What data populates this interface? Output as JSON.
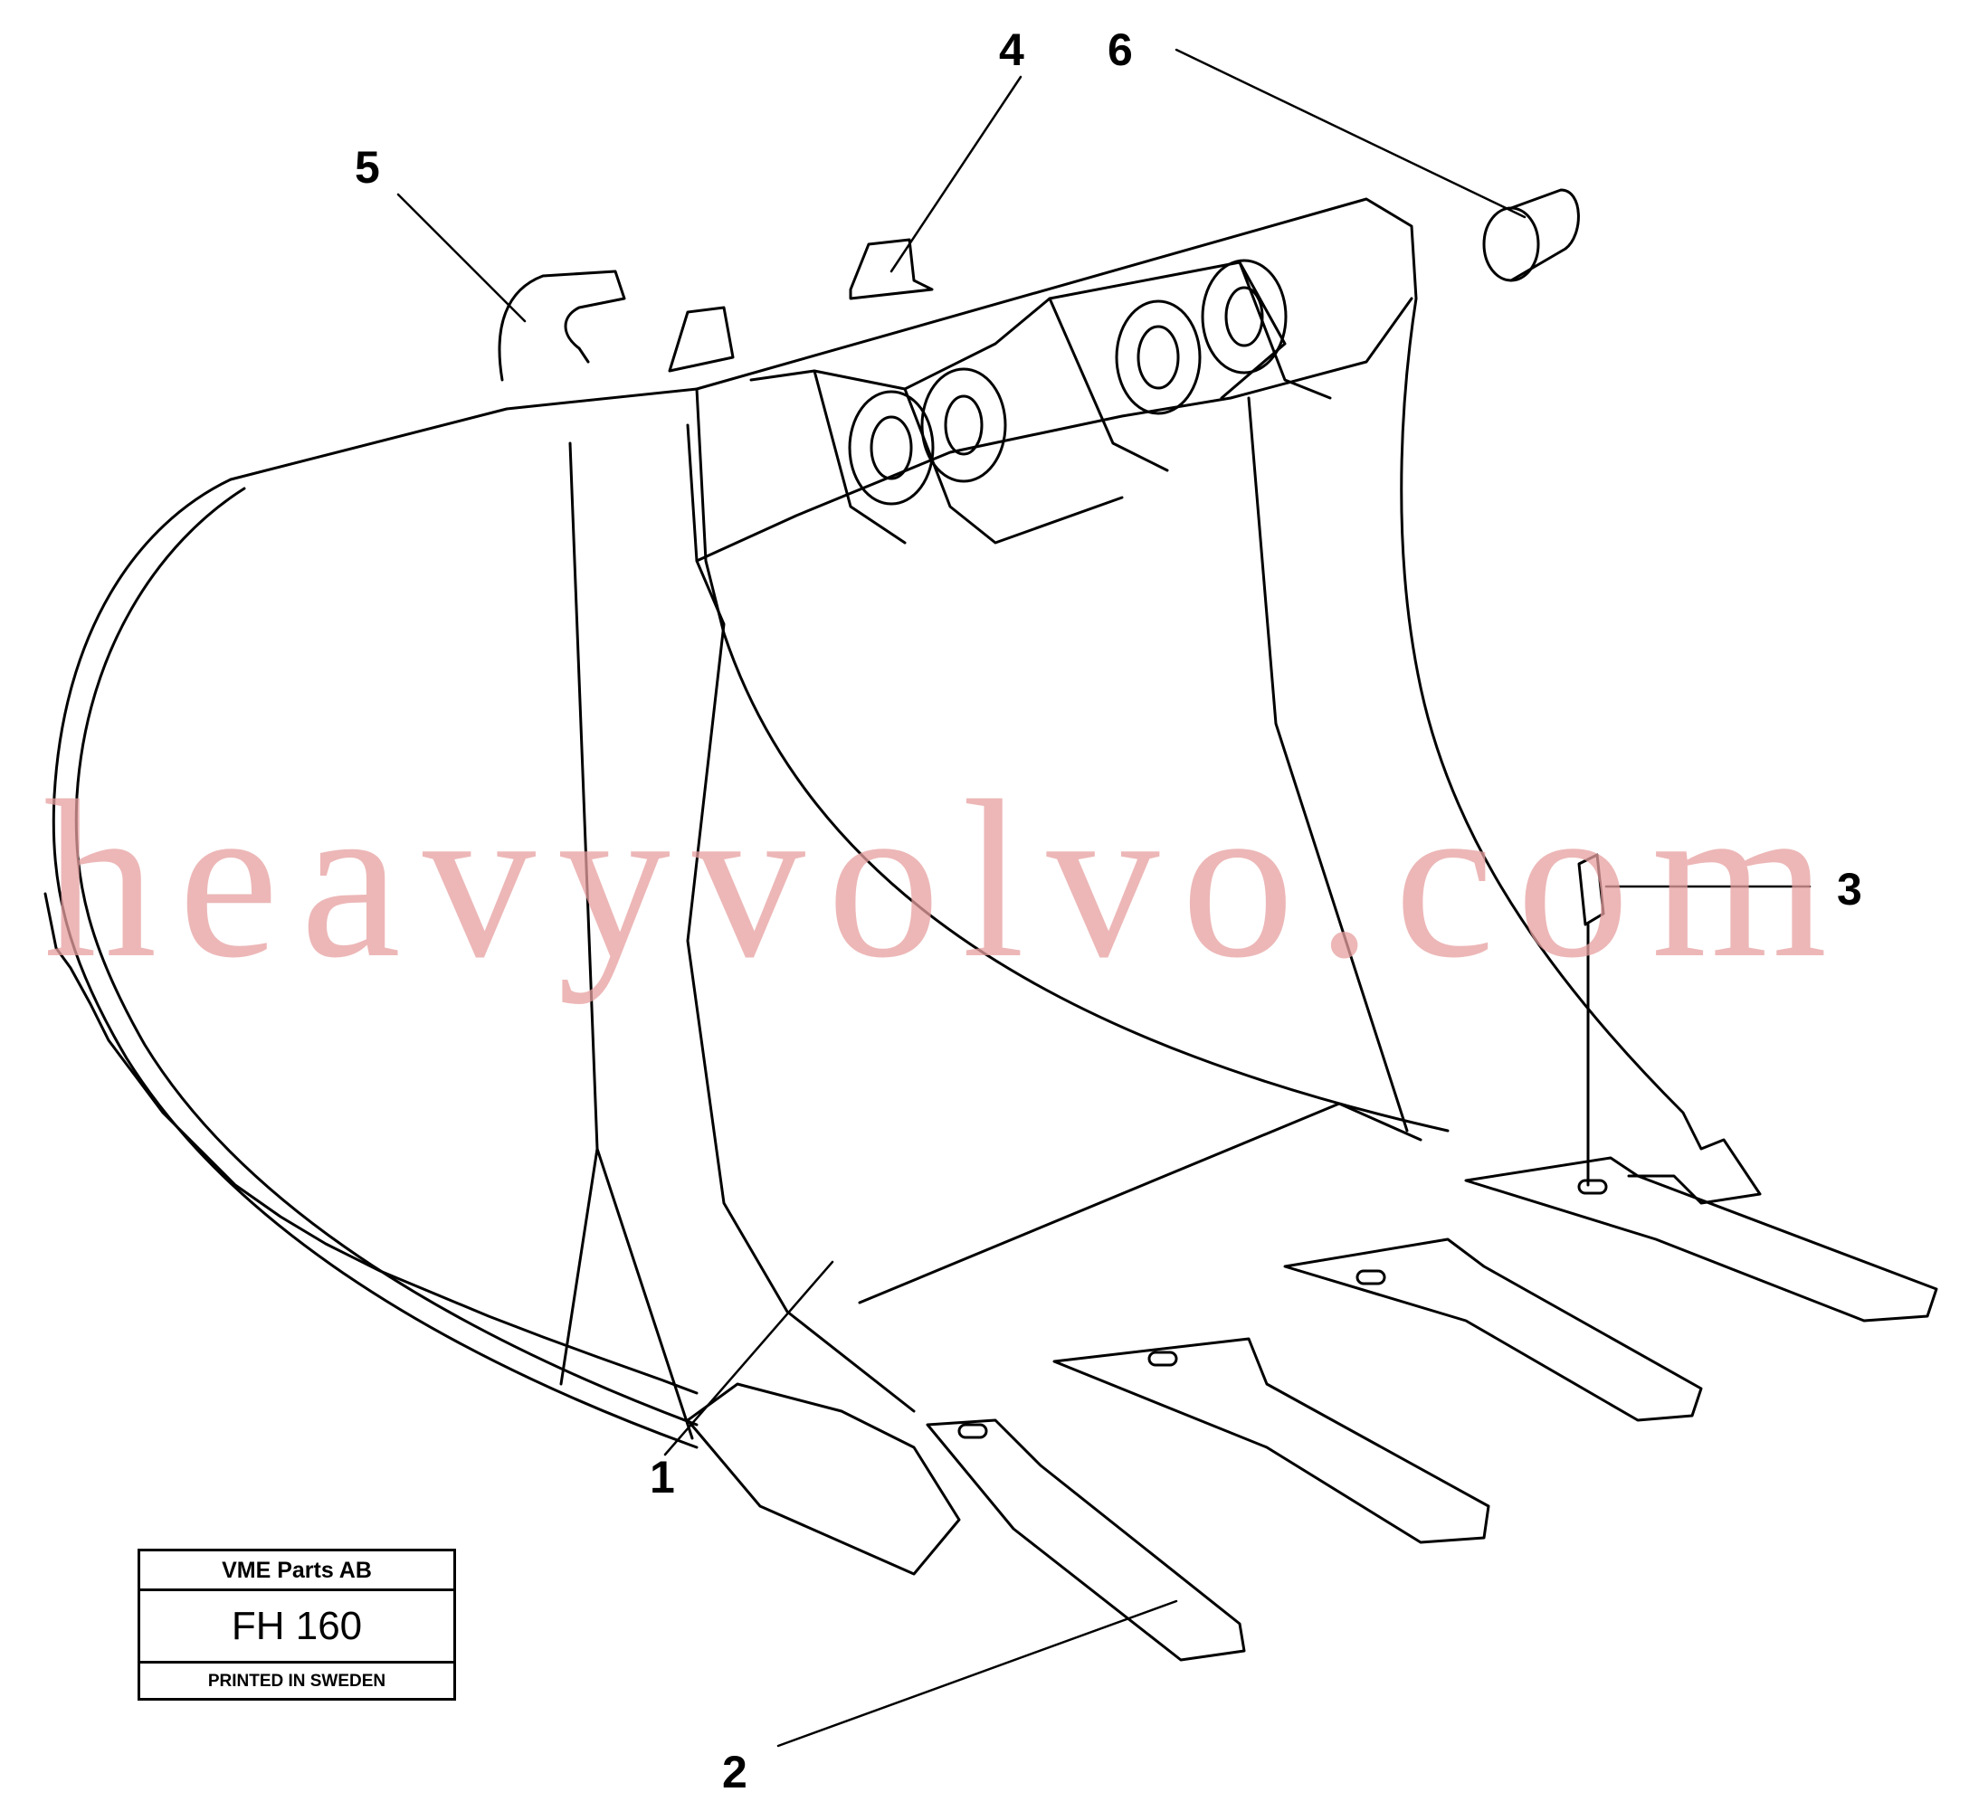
{
  "callouts": {
    "item_1": "1",
    "item_2": "2",
    "item_3": "3",
    "item_4": "4",
    "item_5": "5",
    "item_6": "6"
  },
  "title_block": {
    "company": "VME Parts AB",
    "code": "FH 160",
    "printed": "PRINTED IN SWEDEN"
  },
  "watermark": "heavyvolvo.com",
  "colors": {
    "line": "#000000",
    "background": "#ffffff",
    "watermark": "#e8a0a0"
  }
}
